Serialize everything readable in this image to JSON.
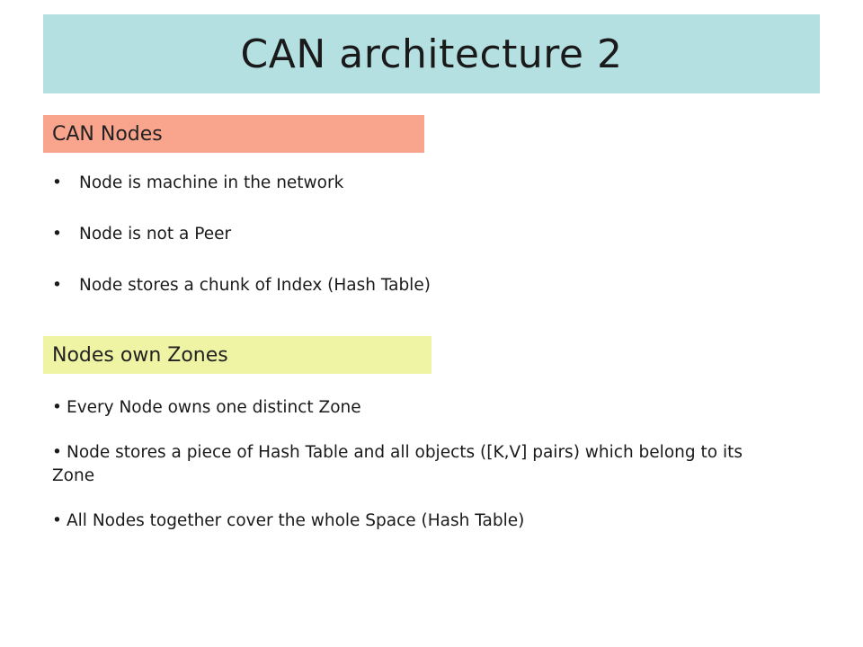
{
  "slide": {
    "title": "CAN architecture 2",
    "colors": {
      "title_bg": "#b4e0e2",
      "section1_bg": "#f9a48d",
      "section2_bg": "#eef4a4"
    }
  },
  "section1": {
    "header": "CAN Nodes",
    "bullets": [
      "Node is machine in the network",
      "Node is not a Peer",
      "Node stores a chunk of Index (Hash Table)"
    ]
  },
  "section2": {
    "header": "Nodes own Zones",
    "bullets": [
      "Every Node owns one distinct Zone",
      "Node stores a piece of Hash Table and all objects ([K,V] pairs) which belong to its Zone",
      "All Nodes together cover the whole Space (Hash Table)"
    ]
  },
  "bullet_char": "•"
}
